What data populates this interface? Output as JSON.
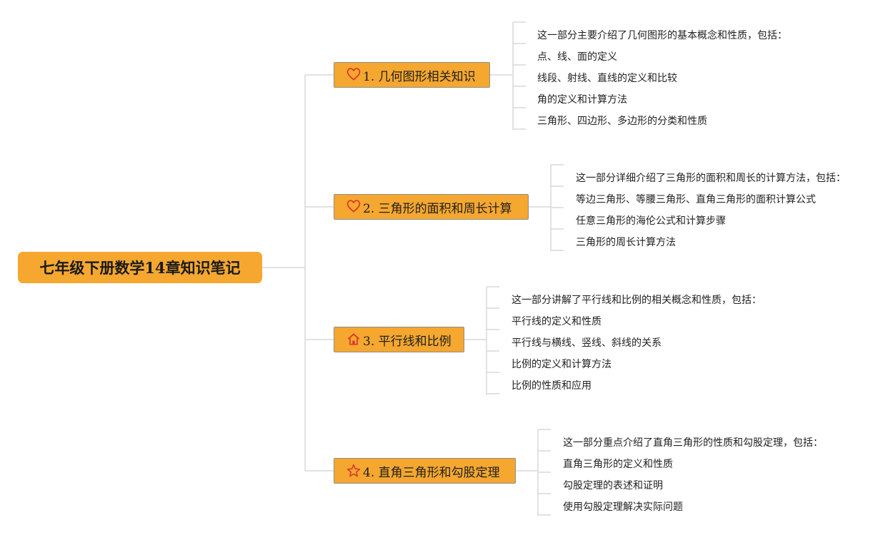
{
  "colors": {
    "node_fill": "#f5a730",
    "node_border": "#8a8f89",
    "connector": "#d9d9d9",
    "icon_red": "#d9352a"
  },
  "root": {
    "title": "七年级下册数学14章知识笔记"
  },
  "branches": [
    {
      "icon": "heart-icon",
      "title": "1. 几何图形相关知识",
      "items": [
        "这一部分主要介绍了几何图形的基本概念和性质，包括：",
        "点、线、面的定义",
        "线段、射线、直线的定义和比较",
        "角的定义和计算方法",
        "三角形、四边形、多边形的分类和性质"
      ]
    },
    {
      "icon": "heart-icon",
      "title": "2. 三角形的面积和周长计算",
      "items": [
        "这一部分详细介绍了三角形的面积和周长的计算方法，包括：",
        "等边三角形、等腰三角形、直角三角形的面积计算公式",
        "任意三角形的海伦公式和计算步骤",
        "三角形的周长计算方法"
      ]
    },
    {
      "icon": "house-icon",
      "title": "3. 平行线和比例",
      "items": [
        "这一部分讲解了平行线和比例的相关概念和性质，包括：",
        "平行线的定义和性质",
        "平行线与横线、竖线、斜线的关系",
        "比例的定义和计算方法",
        "比例的性质和应用"
      ]
    },
    {
      "icon": "star-icon",
      "title": "4. 直角三角形和勾股定理",
      "items": [
        "这一部分重点介绍了直角三角形的性质和勾股定理，包括：",
        "直角三角形的定义和性质",
        "勾股定理的表述和证明",
        "使用勾股定理解决实际问题"
      ]
    }
  ]
}
